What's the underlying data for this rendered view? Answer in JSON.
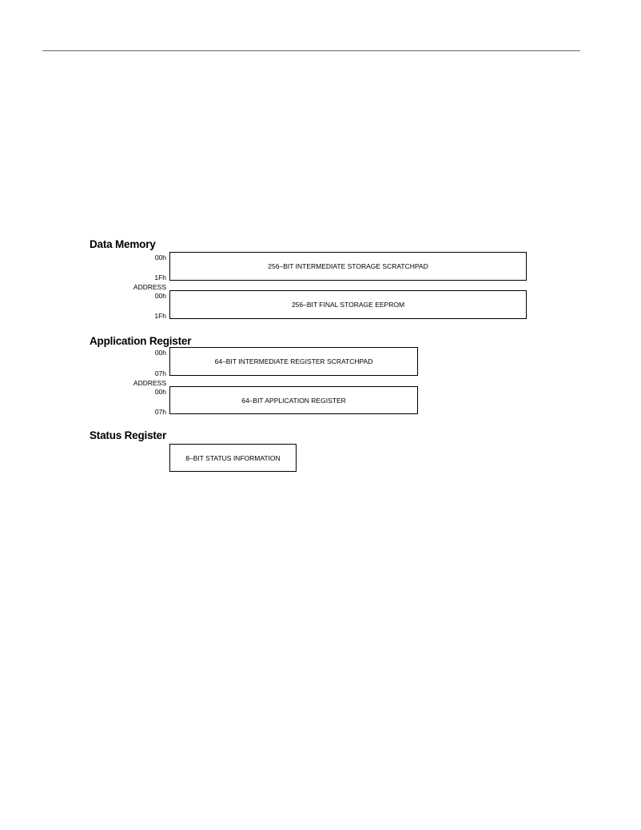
{
  "data_memory": {
    "title": "Data Memory",
    "address_label": "ADDRESS",
    "scratchpad": {
      "start_address": "00h",
      "end_address": "1Fh",
      "label": "256–BIT INTERMEDIATE STORAGE SCRATCHPAD"
    },
    "eeprom": {
      "start_address": "00h",
      "end_address": "1Fh",
      "label": "256–BIT FINAL STORAGE EEPROM"
    }
  },
  "application_register": {
    "title": "Application Register",
    "address_label": "ADDRESS",
    "scratchpad": {
      "start_address": "00h",
      "end_address": "07h",
      "label": "64–BIT INTERMEDIATE REGISTER SCRATCHPAD"
    },
    "register": {
      "start_address": "00h",
      "end_address": "07h",
      "label": "64–BIT APPLICATION REGISTER"
    }
  },
  "status_register": {
    "title": "Status Register",
    "label": "8–BIT STATUS INFORMATION"
  }
}
